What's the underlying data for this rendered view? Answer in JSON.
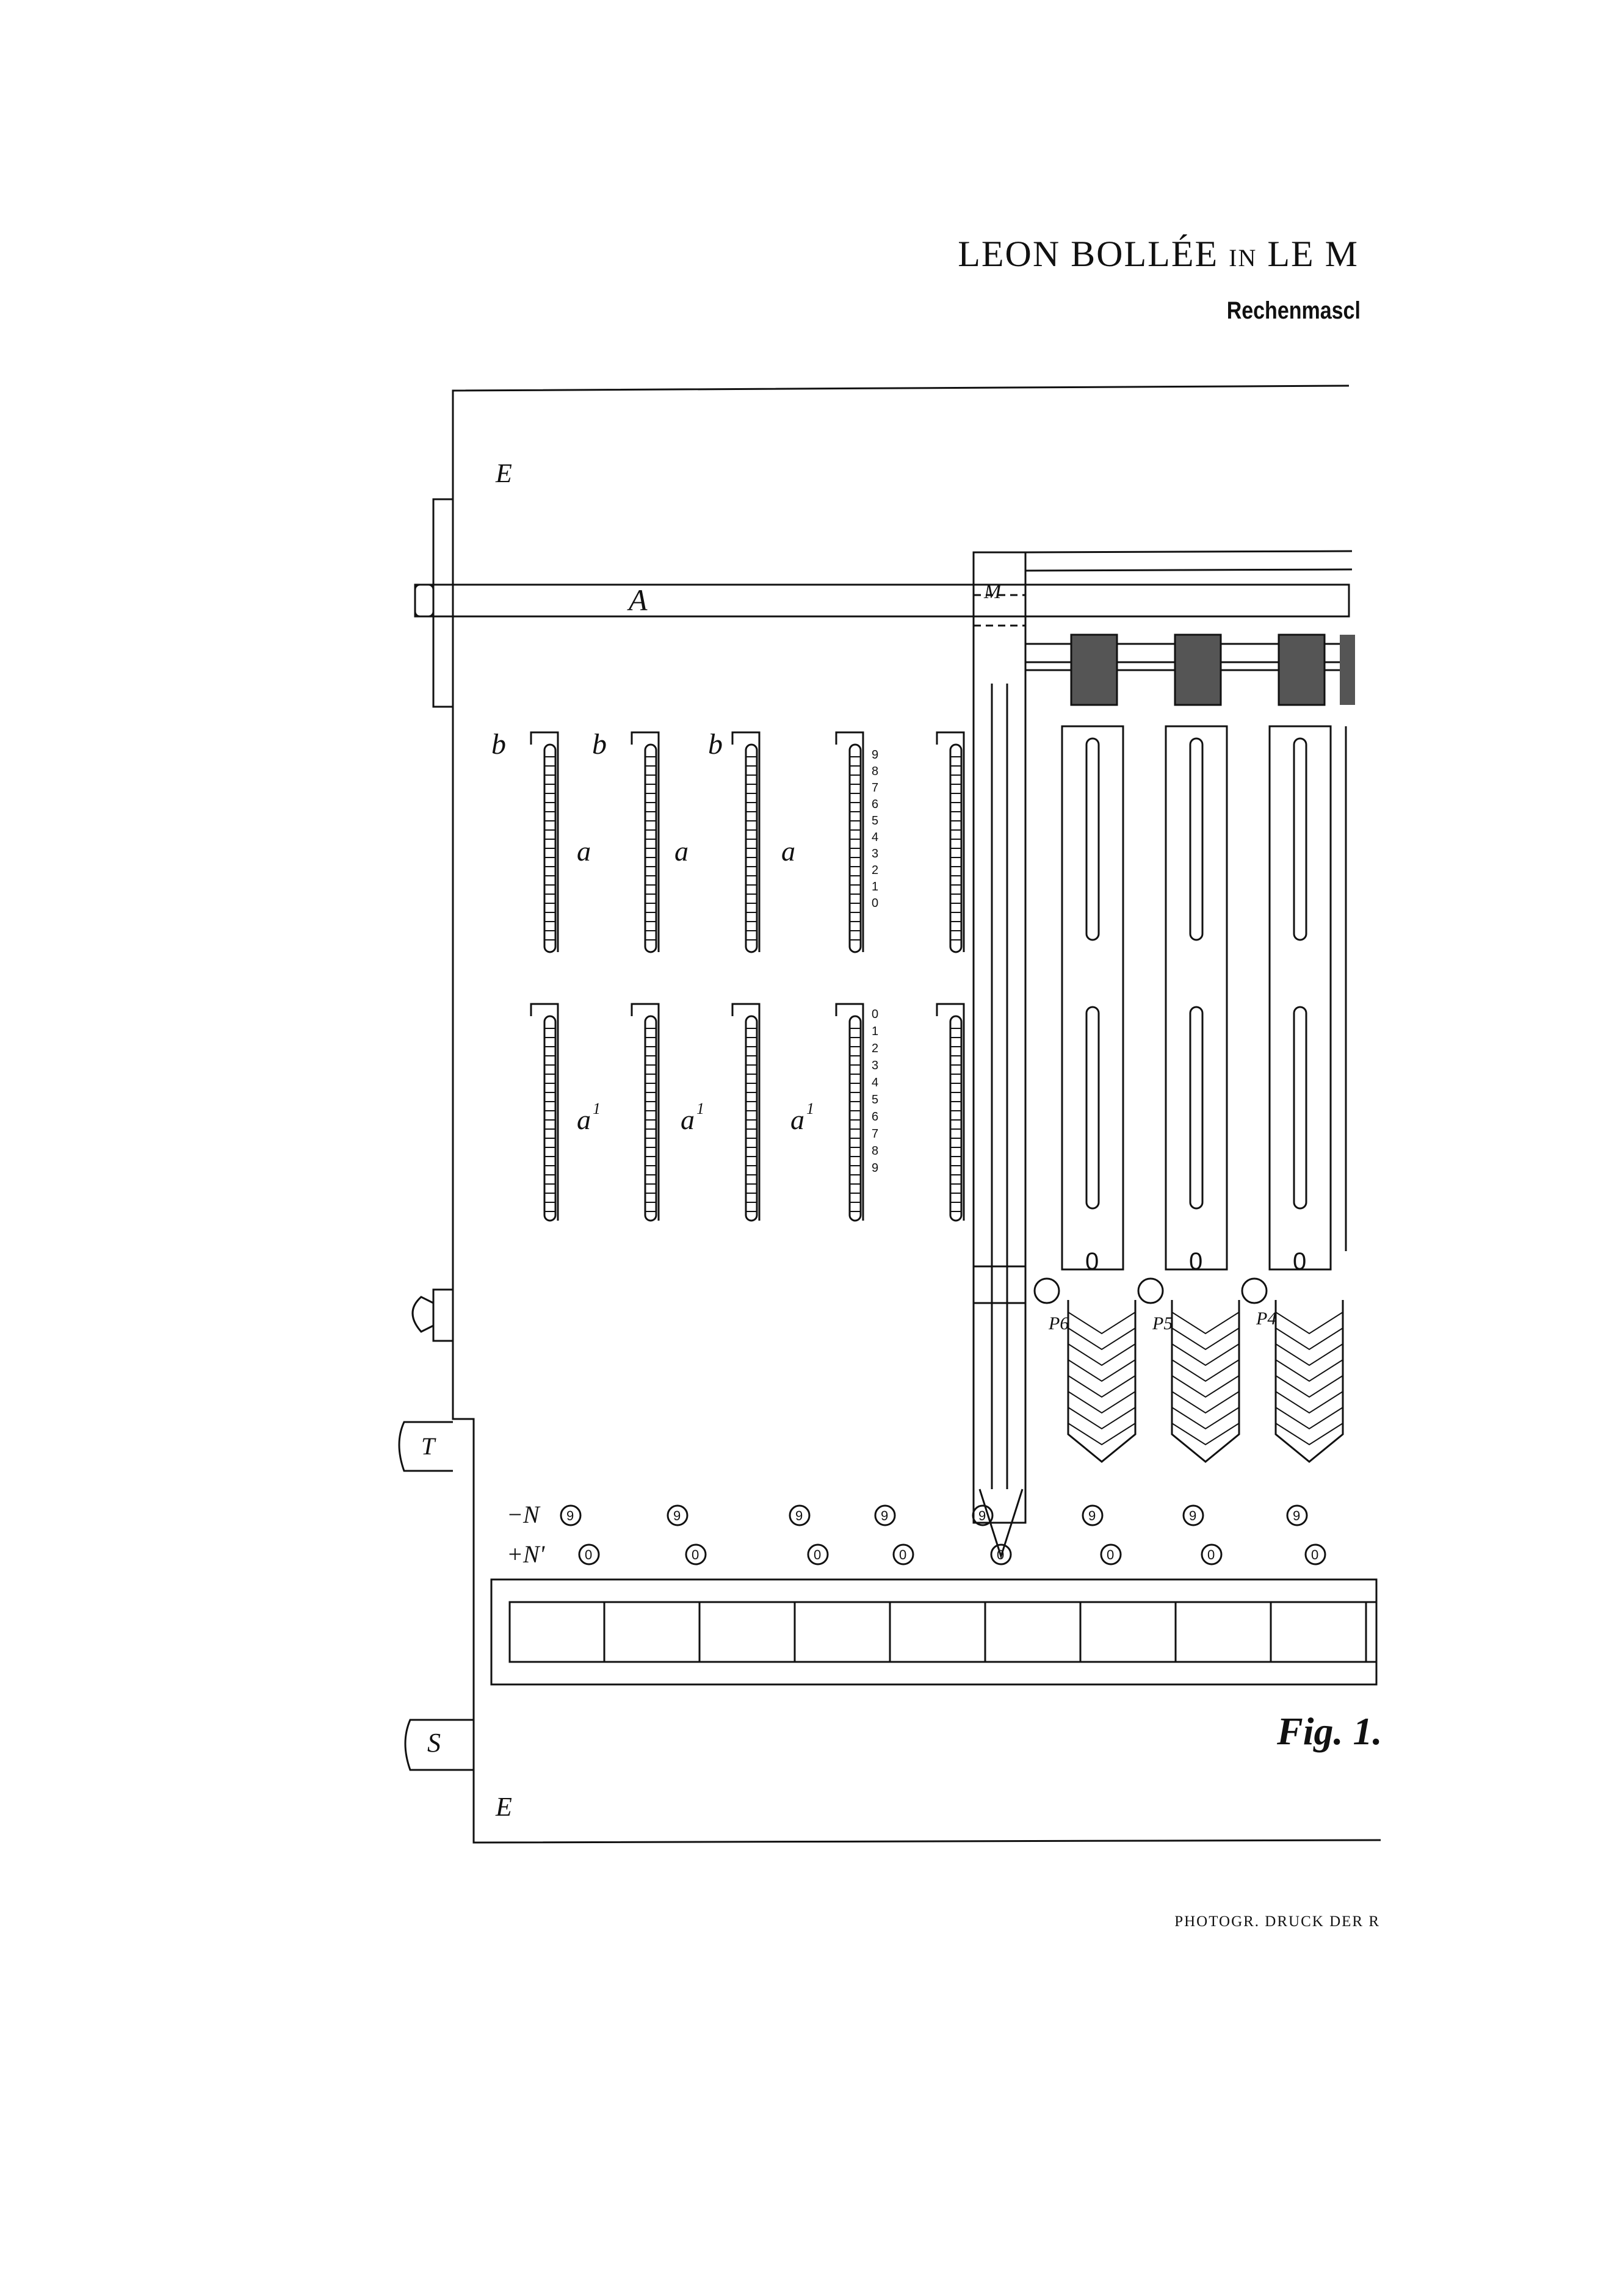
{
  "header": {
    "title_main": "LEON BOLLÉE",
    "title_in": "IN",
    "title_place": "LE M",
    "subtitle": "Rechenmascl"
  },
  "figure": {
    "caption": "Fig. 1.",
    "labels": {
      "frame_top": "E",
      "frame_bottom": "E",
      "bar": "A",
      "slider": "M",
      "knob_t": "T",
      "knob_s": "S",
      "rack_b": "b",
      "rack_a": "a",
      "rack_a1": "a",
      "rack_a1_sup": "1",
      "row_minus": "−N",
      "row_plus": "+N'",
      "p6": "P6",
      "p5": "P5",
      "p4": "P4",
      "carriage_zero": "0",
      "dial_minus": "9",
      "dial_plus": "0"
    },
    "scale_desc": [
      "9",
      "8",
      "7",
      "6",
      "5",
      "4",
      "3",
      "2",
      "1",
      "0"
    ],
    "scale_asc": [
      "0",
      "1",
      "2",
      "3",
      "4",
      "5",
      "6",
      "7",
      "8",
      "9"
    ]
  },
  "footer": {
    "print_note": "PHOTOGR. DRUCK DER R"
  }
}
